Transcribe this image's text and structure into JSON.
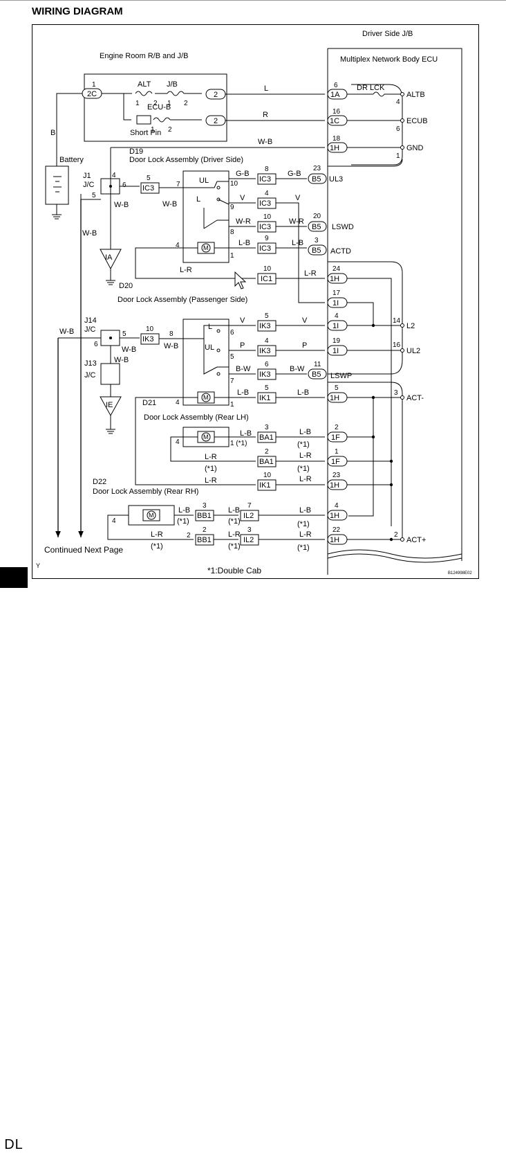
{
  "header": {
    "title": "WIRING DIAGRAM"
  },
  "footer": {
    "doc_id": "B124998E02",
    "tab": "DL",
    "continued": "Continued Next Page",
    "note": "*1:Double Cab",
    "corner_mark": "Y"
  },
  "blocks": {
    "driver_jb": "Driver Side J/B",
    "ecu": "Multiplex Network Body ECU",
    "engine_jb": "Engine Room R/B and J/B",
    "battery": "Battery",
    "d19": "D19",
    "d19_name": "Door Lock Assembly (Driver Side)",
    "d20": "D20",
    "passenger": "Door Lock Assembly (Passenger Side)",
    "d21": "D21",
    "d21_name": "Door Lock Assembly (Rear LH)",
    "d22": "D22",
    "d22_name": "Door Lock Assembly (Rear RH)",
    "j1": "J1",
    "j14": "J14",
    "j13": "J13",
    "jc": "J/C",
    "ia": "IA",
    "ie": "IE"
  },
  "fuses": {
    "alt": "ALT",
    "jb": "J/B",
    "ecub": "ECU-B",
    "short_pin": "Short Pin",
    "dr_lck": "DR LCK"
  },
  "ecu_terminals": {
    "altb": "ALTB",
    "ecub": "ECUB",
    "gnd": "GND",
    "ul3": "UL3",
    "lswd": "LSWD",
    "actd": "ACTD",
    "l2": "L2",
    "ul2": "UL2",
    "lswp": "LSWP",
    "act_minus": "ACT-",
    "act_plus": "ACT+"
  },
  "connectors": {
    "c2c": "2C",
    "c2": "2",
    "c1a": "1A",
    "c1c": "1C",
    "c1h": "1H",
    "c1i": "1I",
    "c1f": "1F",
    "b5": "B5",
    "ic3": "IC3",
    "ic1": "IC1",
    "ik3": "IK3",
    "ik1": "IK1",
    "ba1": "BA1",
    "bb1": "BB1",
    "il2": "IL2"
  },
  "wire_colors": {
    "l": "L",
    "r": "R",
    "b": "B",
    "wb": "W-B",
    "gb": "G-B",
    "v": "V",
    "wr": "W-R",
    "lb": "L-B",
    "lr": "L-R",
    "p": "P",
    "bw": "B-W"
  },
  "switch_labels": {
    "ul": "UL",
    "l": "L"
  },
  "pins": {
    "p1": "1",
    "p2": "2",
    "p3": "3",
    "p4": "4",
    "p5": "5",
    "p6": "6",
    "p7": "7",
    "p8": "8",
    "p9": "9",
    "p10": "10",
    "p11": "11",
    "p14": "14",
    "p16": "16",
    "p17": "17",
    "p18": "18",
    "p19": "19",
    "p20": "20",
    "p22": "22",
    "p23": "23",
    "p24": "24",
    "p1s": "1 (*1)",
    "star": "(*1)"
  }
}
